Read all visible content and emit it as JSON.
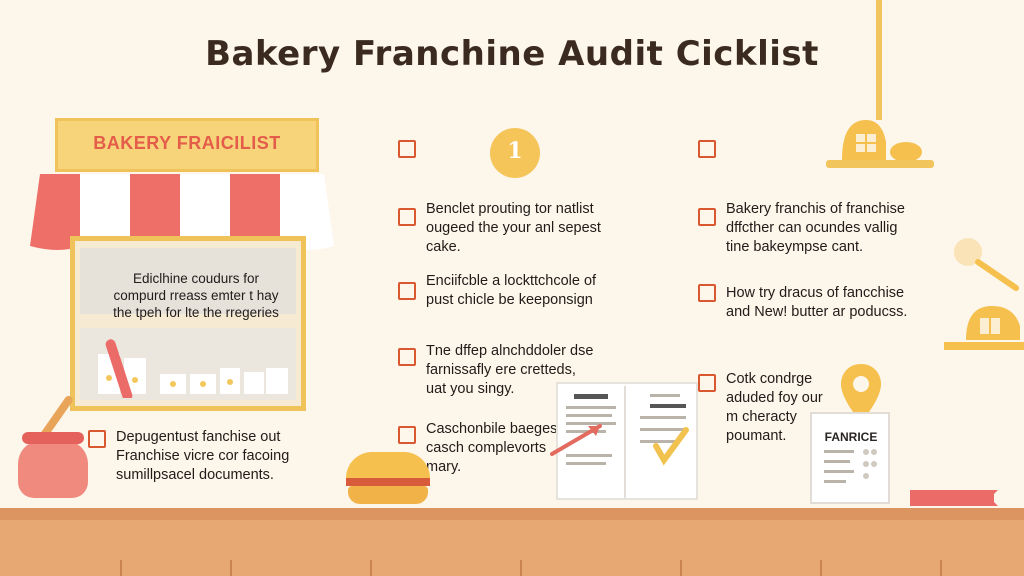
{
  "title": "Bakery Franchine Audit Cicklist",
  "shop": {
    "sign": "BAKERY FRAICILIST",
    "window_text": [
      "Ediclhine coudurs for",
      "compurd rreass emter t hay",
      "the tpeh for lte the rregeries"
    ],
    "footer_text": [
      "Depugentust fanchise out",
      "Franchise vicre cor facoing",
      "sumillpsacel documents."
    ]
  },
  "badge": "1",
  "middle_items": [
    {
      "lines": [
        "Benclet prouting tor natlist",
        "ougeed the your anl sepest",
        "cake."
      ]
    },
    {
      "lines": [
        "Enciifcble a lockttchcole of",
        "pust chicle be keeponsign"
      ]
    },
    {
      "lines": [
        "Tne dffep alnchddoler dse",
        "farnissafly ere cretteds,",
        "uat you singy."
      ]
    },
    {
      "lines": [
        "Caschonbile baeges,",
        "casch complevorts",
        "mary."
      ]
    }
  ],
  "right_items": [
    {
      "lines": [
        "Bakery franchis of franchise",
        "dffcther can ocundes vallig",
        "tine bakeympse cant."
      ]
    },
    {
      "lines": [
        "How try dracus of fancchise",
        "and New! butter ar poducss."
      ]
    },
    {
      "lines": [
        "Cotk condrge",
        "aduded foy our",
        "m cheracty",
        "poumant."
      ]
    }
  ],
  "doc_card_label": "FANRICE",
  "colors": {
    "accent": "#d9582f",
    "gold": "#f5c55a",
    "pink": "#ea6b67",
    "wood": "#e7a873"
  },
  "icons": [
    "storefront-icon",
    "checkbox-icon",
    "number-badge-icon",
    "hanging-lamp-icon",
    "map-pin-icon",
    "document-icon",
    "open-book-icon",
    "bread-icon",
    "jar-icon"
  ]
}
